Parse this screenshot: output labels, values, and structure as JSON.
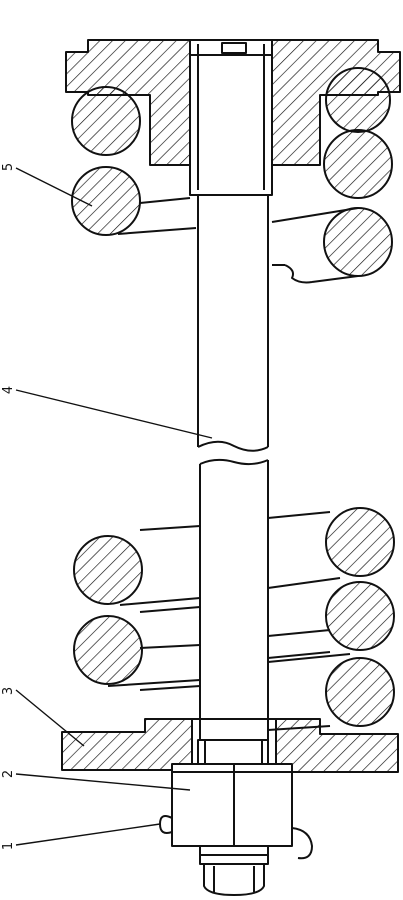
{
  "callouts": [
    {
      "id": "1",
      "label": "1"
    },
    {
      "id": "2",
      "label": "2"
    },
    {
      "id": "3",
      "label": "3"
    },
    {
      "id": "4",
      "label": "4"
    },
    {
      "id": "5",
      "label": "5"
    }
  ],
  "colors": {
    "line": "#111111",
    "background": "#ffffff"
  }
}
